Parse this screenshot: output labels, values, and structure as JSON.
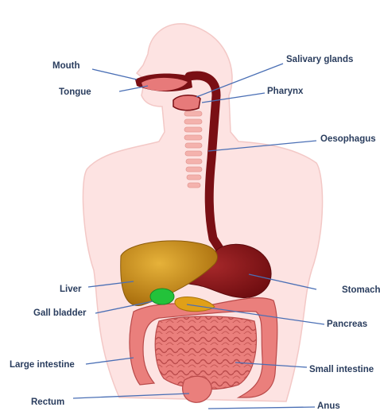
{
  "labels": {
    "mouth": "Mouth",
    "tongue": "Tongue",
    "salivary_glands": "Salivary glands",
    "pharynx": "Pharynx",
    "oesophagus": "Oesophagus",
    "liver": "Liver",
    "stomach": "Stomach",
    "gall_bladder": "Gall bladder",
    "pancreas": "Pancreas",
    "large_intestine": "Large intestine",
    "small_intestine": "Small intestine",
    "rectum": "Rectum",
    "anus": "Anus"
  },
  "colors": {
    "skin": "#fde3e2",
    "skin_outline": "#f3c8c6",
    "tract": "#7a0f14",
    "mouth_pink": "#e77a7a",
    "oesophagus_rings": "#f4b2ad",
    "liver": "#c98a12",
    "gall_bladder": "#23c23a",
    "pancreas": "#e0a018",
    "stomach": "#8e1a1c",
    "intestine": "#ea7f7c",
    "leader_line": "#4a6fb5"
  }
}
